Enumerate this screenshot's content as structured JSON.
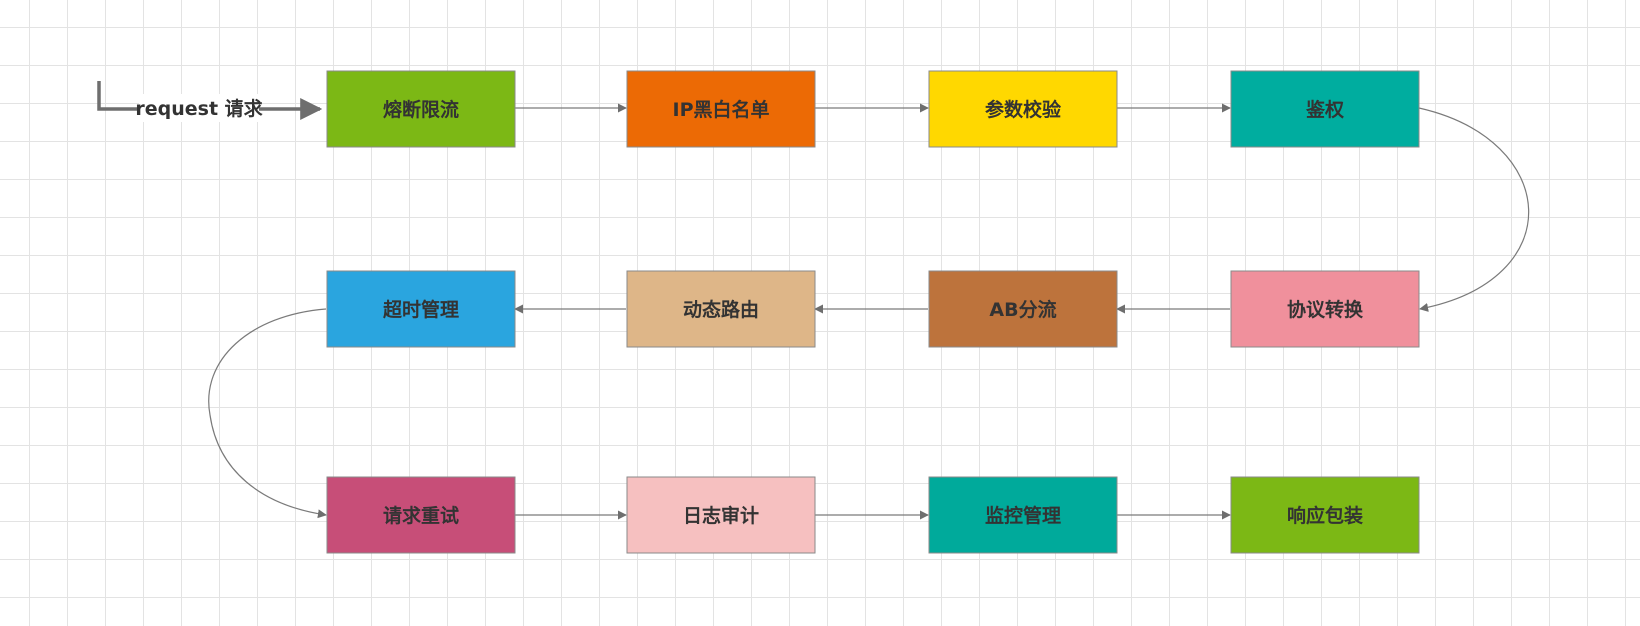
{
  "diagram": {
    "entry_label": "request 请求",
    "nodes": [
      {
        "id": "n1",
        "label": "熔断限流",
        "color": "#7cb815"
      },
      {
        "id": "n2",
        "label": "IP黑白名单",
        "color": "#ec6a05"
      },
      {
        "id": "n3",
        "label": "参数校验",
        "color": "#ffd800"
      },
      {
        "id": "n4",
        "label": "鉴权",
        "color": "#00ad9f"
      },
      {
        "id": "n5",
        "label": "协议转换",
        "color": "#f0909c"
      },
      {
        "id": "n6",
        "label": "AB分流",
        "color": "#bd733c"
      },
      {
        "id": "n7",
        "label": "动态路由",
        "color": "#deb688"
      },
      {
        "id": "n8",
        "label": "超时管理",
        "color": "#2aa5df"
      },
      {
        "id": "n9",
        "label": "请求重试",
        "color": "#c74e78"
      },
      {
        "id": "n10",
        "label": "日志审计",
        "color": "#f6c0c0"
      },
      {
        "id": "n11",
        "label": "监控管理",
        "color": "#00aa9b"
      },
      {
        "id": "n12",
        "label": "响应包装",
        "color": "#7cb815"
      }
    ],
    "edges": [
      {
        "from": "n1",
        "to": "n2"
      },
      {
        "from": "n2",
        "to": "n3"
      },
      {
        "from": "n3",
        "to": "n4"
      },
      {
        "from": "n4",
        "to": "n5"
      },
      {
        "from": "n5",
        "to": "n6"
      },
      {
        "from": "n6",
        "to": "n7"
      },
      {
        "from": "n7",
        "to": "n8"
      },
      {
        "from": "n8",
        "to": "n9"
      },
      {
        "from": "n9",
        "to": "n10"
      },
      {
        "from": "n10",
        "to": "n11"
      },
      {
        "from": "n11",
        "to": "n12"
      }
    ]
  }
}
